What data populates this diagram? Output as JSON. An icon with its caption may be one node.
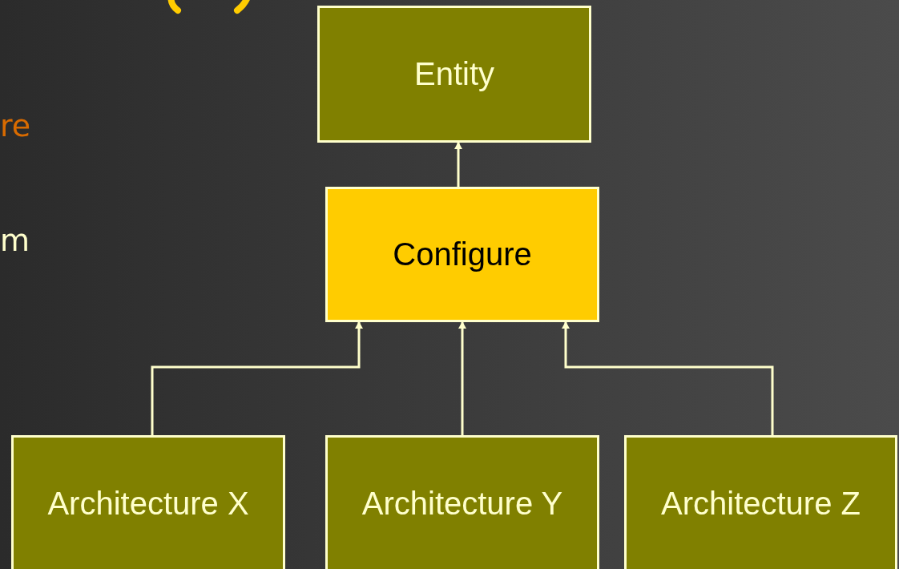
{
  "diagram": {
    "nodes": [
      {
        "text": [
          "Entity"
        ]
      },
      {
        "text": [
          "Configure"
        ]
      },
      {
        "text": [
          "Architecture X"
        ]
      },
      {
        "text": [
          "Architecture Y"
        ]
      },
      {
        "text": [
          "Architecture Z"
        ]
      }
    ],
    "edges": [
      {
        "from": 1,
        "to": 0,
        "arrow": "to"
      },
      {
        "from": 2,
        "to": 1,
        "arrow": "to"
      },
      {
        "from": 3,
        "to": 1,
        "arrow": "to"
      },
      {
        "from": 4,
        "to": 1,
        "arrow": "to"
      }
    ],
    "labels": [
      "re",
      "m"
    ]
  }
}
